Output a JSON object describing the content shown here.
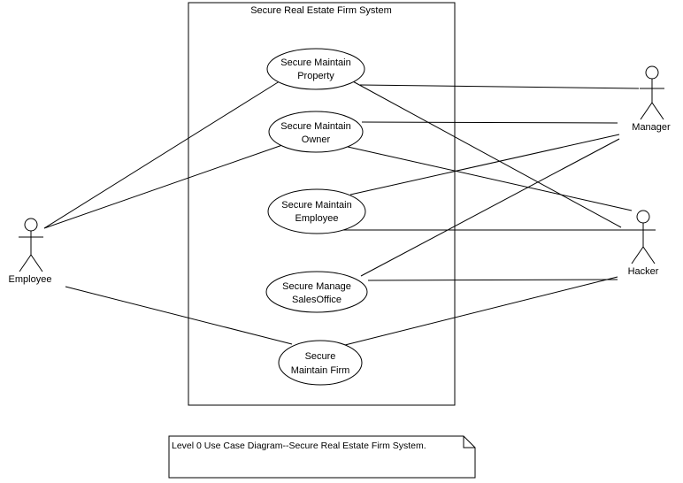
{
  "system": {
    "title": "Secure Real Estate Firm System"
  },
  "use_cases": [
    {
      "id": "uc1",
      "line1": "Secure Maintain",
      "line2": "Property"
    },
    {
      "id": "uc2",
      "line1": "Secure Maintain",
      "line2": "Owner"
    },
    {
      "id": "uc3",
      "line1": "Secure Maintain",
      "line2": "Employee"
    },
    {
      "id": "uc4",
      "line1": "Secure Manage",
      "line2": "SalesOffice"
    },
    {
      "id": "uc5",
      "line1": "Secure",
      "line2": "Maintain Firm"
    }
  ],
  "actors": [
    {
      "id": "employee",
      "label": "Employee"
    },
    {
      "id": "manager",
      "label": "Manager"
    },
    {
      "id": "hacker",
      "label": "Hacker"
    }
  ],
  "associations": [
    [
      "employee",
      "uc1"
    ],
    [
      "employee",
      "uc2"
    ],
    [
      "employee",
      "uc5"
    ],
    [
      "manager",
      "uc1"
    ],
    [
      "manager",
      "uc2"
    ],
    [
      "manager",
      "uc3"
    ],
    [
      "manager",
      "uc4"
    ],
    [
      "hacker",
      "uc1"
    ],
    [
      "hacker",
      "uc2"
    ],
    [
      "hacker",
      "uc3"
    ],
    [
      "hacker",
      "uc4"
    ],
    [
      "hacker",
      "uc5"
    ]
  ],
  "note": {
    "text": "Level 0 Use Case Diagram--Secure Real Estate Firm System."
  }
}
